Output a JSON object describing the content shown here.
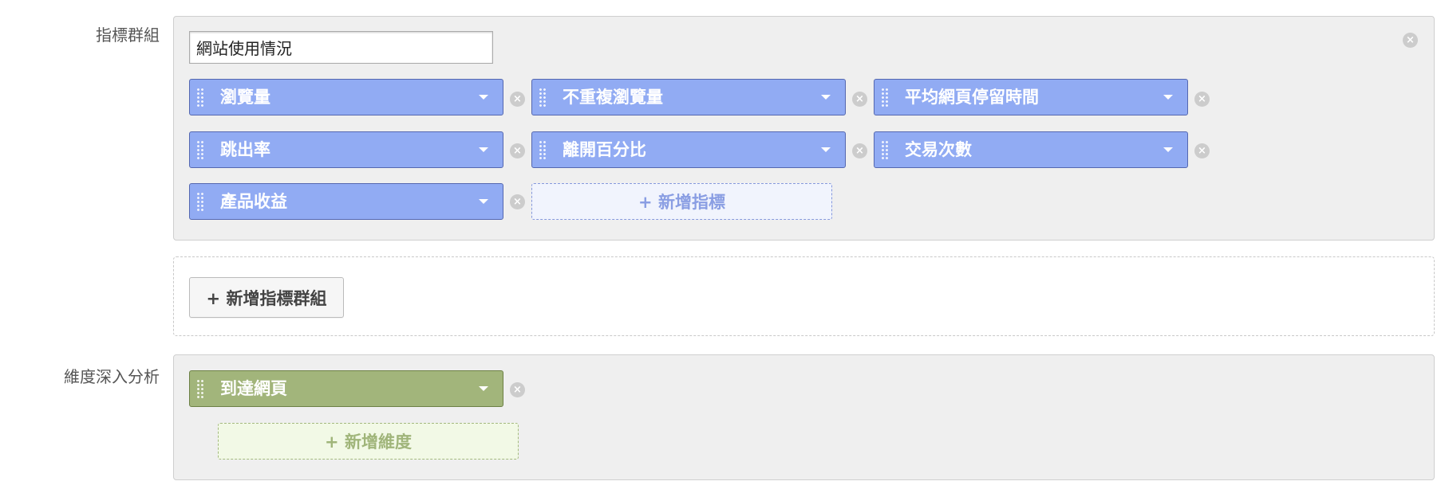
{
  "metric_group": {
    "label": "指標群組",
    "name_value": "網站使用情況",
    "metrics": [
      {
        "label": "瀏覽量"
      },
      {
        "label": "不重複瀏覽量"
      },
      {
        "label": "平均網頁停留時間"
      },
      {
        "label": "跳出率"
      },
      {
        "label": "離開百分比"
      },
      {
        "label": "交易次數"
      },
      {
        "label": "產品收益"
      }
    ],
    "add_metric_label": "+ 新增指標",
    "remove_icon": "close-circle-icon"
  },
  "add_group_label": "+ 新增指標群組",
  "dimension_drilldown": {
    "label": "維度深入分析",
    "dimensions": [
      {
        "label": "到達網頁"
      }
    ],
    "add_dimension_label": "+ 新增維度"
  },
  "colors": {
    "metric_chip": "#91abf3",
    "dimension_chip": "#a2b57b",
    "panel_bg": "#efefef"
  }
}
